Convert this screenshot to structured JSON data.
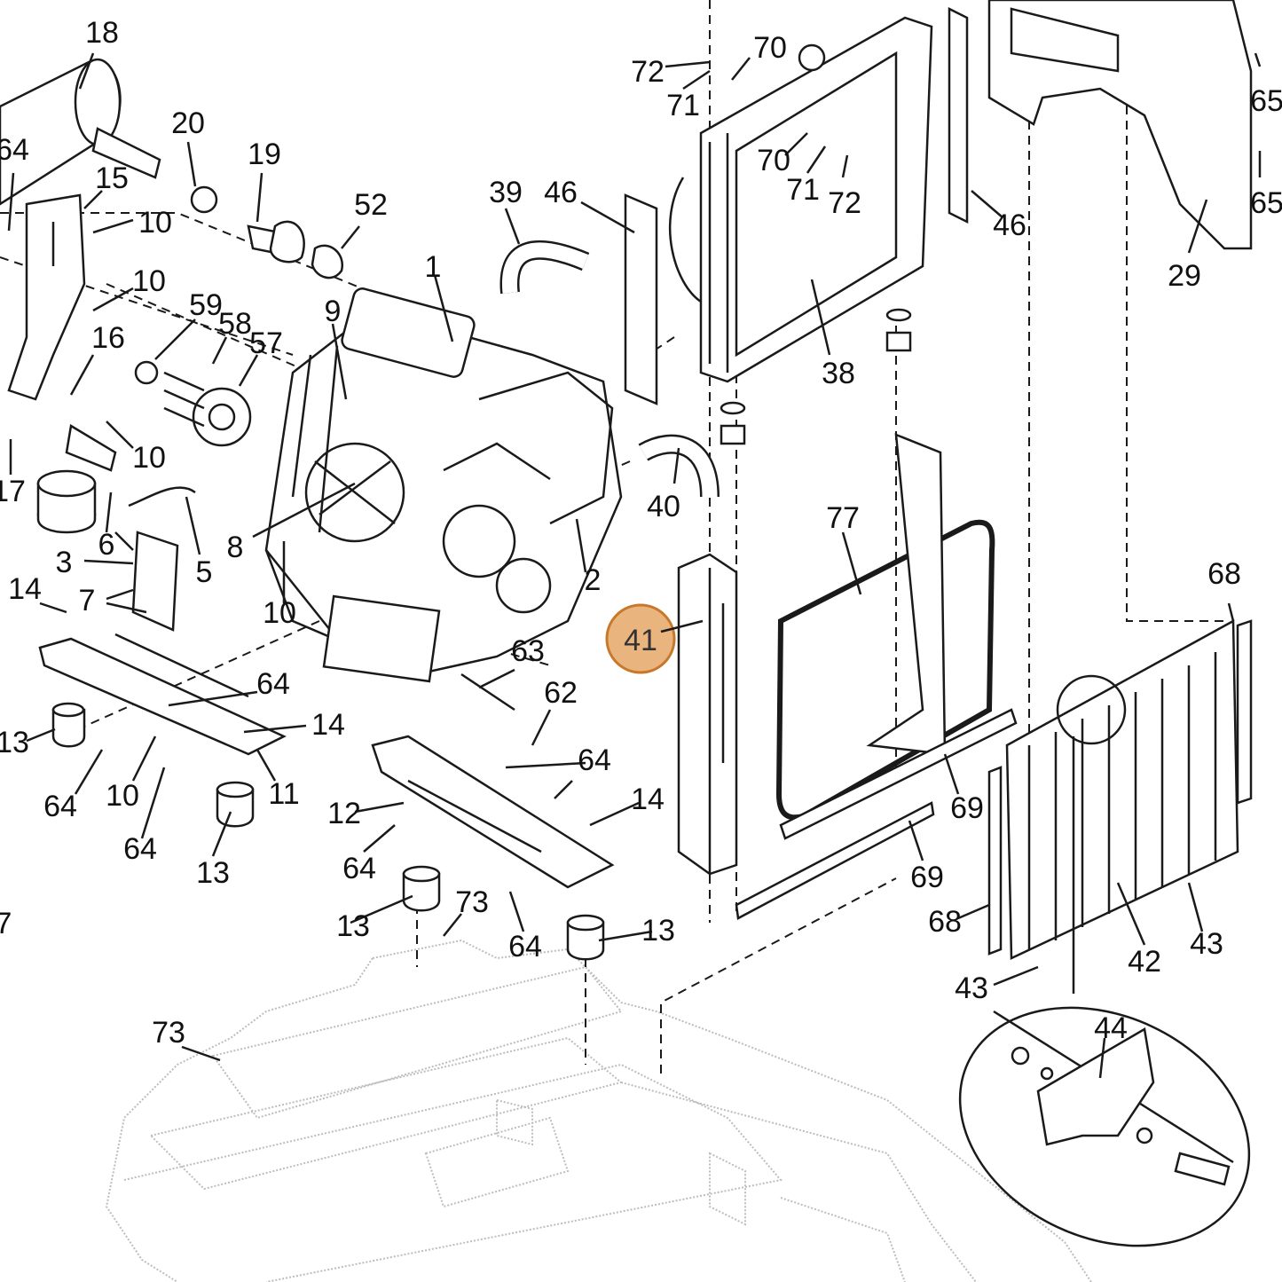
{
  "highlight": {
    "label": "41",
    "color": "#E9B47D",
    "stroke": "#C8782A"
  },
  "callouts": [
    {
      "id": "18",
      "label": "18"
    },
    {
      "id": "64a",
      "label": "64"
    },
    {
      "id": "15",
      "label": "15"
    },
    {
      "id": "20",
      "label": "20"
    },
    {
      "id": "19",
      "label": "19"
    },
    {
      "id": "10a",
      "label": "10"
    },
    {
      "id": "52",
      "label": "52"
    },
    {
      "id": "39",
      "label": "39"
    },
    {
      "id": "46a",
      "label": "46"
    },
    {
      "id": "72a",
      "label": "72"
    },
    {
      "id": "71a",
      "label": "71"
    },
    {
      "id": "70a",
      "label": "70"
    },
    {
      "id": "65a",
      "label": "65"
    },
    {
      "id": "10b",
      "label": "10"
    },
    {
      "id": "59",
      "label": "59"
    },
    {
      "id": "58",
      "label": "58"
    },
    {
      "id": "57",
      "label": "57"
    },
    {
      "id": "9",
      "label": "9"
    },
    {
      "id": "1",
      "label": "1"
    },
    {
      "id": "70b",
      "label": "70"
    },
    {
      "id": "71b",
      "label": "71"
    },
    {
      "id": "72b",
      "label": "72"
    },
    {
      "id": "65b",
      "label": "65"
    },
    {
      "id": "46b",
      "label": "46"
    },
    {
      "id": "29",
      "label": "29"
    },
    {
      "id": "16",
      "label": "16"
    },
    {
      "id": "38",
      "label": "38"
    },
    {
      "id": "10c",
      "label": "10"
    },
    {
      "id": "17a",
      "label": "17"
    },
    {
      "id": "40",
      "label": "40"
    },
    {
      "id": "6",
      "label": "6"
    },
    {
      "id": "77",
      "label": "77"
    },
    {
      "id": "5",
      "label": "5"
    },
    {
      "id": "8",
      "label": "8"
    },
    {
      "id": "3",
      "label": "3"
    },
    {
      "id": "2",
      "label": "2"
    },
    {
      "id": "68a",
      "label": "68"
    },
    {
      "id": "14a",
      "label": "14"
    },
    {
      "id": "7",
      "label": "7"
    },
    {
      "id": "10d",
      "label": "10"
    },
    {
      "id": "63",
      "label": "63"
    },
    {
      "id": "64b",
      "label": "64"
    },
    {
      "id": "62",
      "label": "62"
    },
    {
      "id": "13a",
      "label": "13"
    },
    {
      "id": "14b",
      "label": "14"
    },
    {
      "id": "64c",
      "label": "64"
    },
    {
      "id": "64d",
      "label": "64"
    },
    {
      "id": "10e",
      "label": "10"
    },
    {
      "id": "11",
      "label": "11"
    },
    {
      "id": "69a",
      "label": "69"
    },
    {
      "id": "12",
      "label": "12"
    },
    {
      "id": "14c",
      "label": "14"
    },
    {
      "id": "64e",
      "label": "64"
    },
    {
      "id": "13b",
      "label": "13"
    },
    {
      "id": "69b",
      "label": "69"
    },
    {
      "id": "64f",
      "label": "64"
    },
    {
      "id": "17b",
      "label": "7"
    },
    {
      "id": "73a",
      "label": "73"
    },
    {
      "id": "13c",
      "label": "13"
    },
    {
      "id": "68b",
      "label": "68"
    },
    {
      "id": "43a",
      "label": "43"
    },
    {
      "id": "13d",
      "label": "13"
    },
    {
      "id": "64g",
      "label": "64"
    },
    {
      "id": "42",
      "label": "42"
    },
    {
      "id": "43b",
      "label": "43"
    },
    {
      "id": "44",
      "label": "44"
    },
    {
      "id": "73b",
      "label": "73"
    }
  ]
}
